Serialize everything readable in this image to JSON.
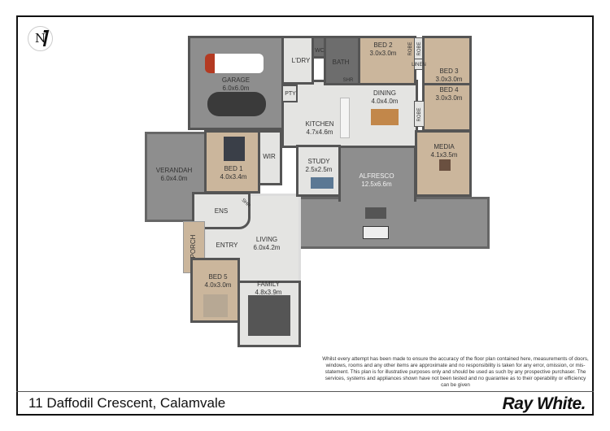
{
  "compass": {
    "label": "N",
    "icon": "north-arrow-icon"
  },
  "rooms": {
    "garage": {
      "name": "GARAGE",
      "size": "6.0x6.0m"
    },
    "laundry": {
      "name": "L'DRY"
    },
    "wc": {
      "name": "WC"
    },
    "bath": {
      "name": "BATH"
    },
    "bath_shower": {
      "name": "SHR"
    },
    "bed2": {
      "name": "BED 2",
      "size": "3.0x3.0m"
    },
    "robe1": {
      "name": "ROBE"
    },
    "robe2": {
      "name": "ROBE"
    },
    "linen": {
      "name": "LINEN"
    },
    "bed3": {
      "name": "BED 3",
      "size": "3.0x3.0m"
    },
    "bed4": {
      "name": "BED 4",
      "size": "3.0x3.0m"
    },
    "robe3": {
      "name": "ROBE"
    },
    "pantry": {
      "name": "PTY"
    },
    "dining": {
      "name": "DINING",
      "size": "4.0x4.0m"
    },
    "kitchen": {
      "name": "KITCHEN",
      "size": "4.7x4.6m"
    },
    "media": {
      "name": "MEDIA",
      "size": "4.1x3.5m"
    },
    "study": {
      "name": "STUDY",
      "size": "2.5x2.5m"
    },
    "alfresco": {
      "name": "ALFRESCO",
      "size": "12.5x6.6m"
    },
    "verandah": {
      "name": "VERANDAH",
      "size": "6.0x4.0m"
    },
    "bed1": {
      "name": "BED 1",
      "size": "4.0x3.4m"
    },
    "wir": {
      "name": "WIR"
    },
    "ensuite": {
      "name": "ENS"
    },
    "ensuite_shower": {
      "name": "SHR"
    },
    "porch": {
      "name": "PORCH"
    },
    "entry": {
      "name": "ENTRY"
    },
    "living": {
      "name": "LIVING",
      "size": "6.0x4.2m"
    },
    "bed5": {
      "name": "BED 5",
      "size": "4.0x3.0m"
    },
    "family": {
      "name": "FAMILY",
      "size": "4.8x3.9m"
    }
  },
  "disclaimer": "Whilst every attempt has been made to ensure the accuracy of the floor plan contained here, measurements of doors, windows, rooms and any other items are approximate and no responsibility is taken for any error, omission, or mis-statement. This plan is for illustrative purposes only and should be used as such by any prospective purchaser. The services, systems and appliances shown have not been tested and no guarantee as to their operability or efficiency can be given",
  "footer": {
    "address": "11 Daffodil Crescent, Calamvale",
    "brand": "Ray White."
  }
}
